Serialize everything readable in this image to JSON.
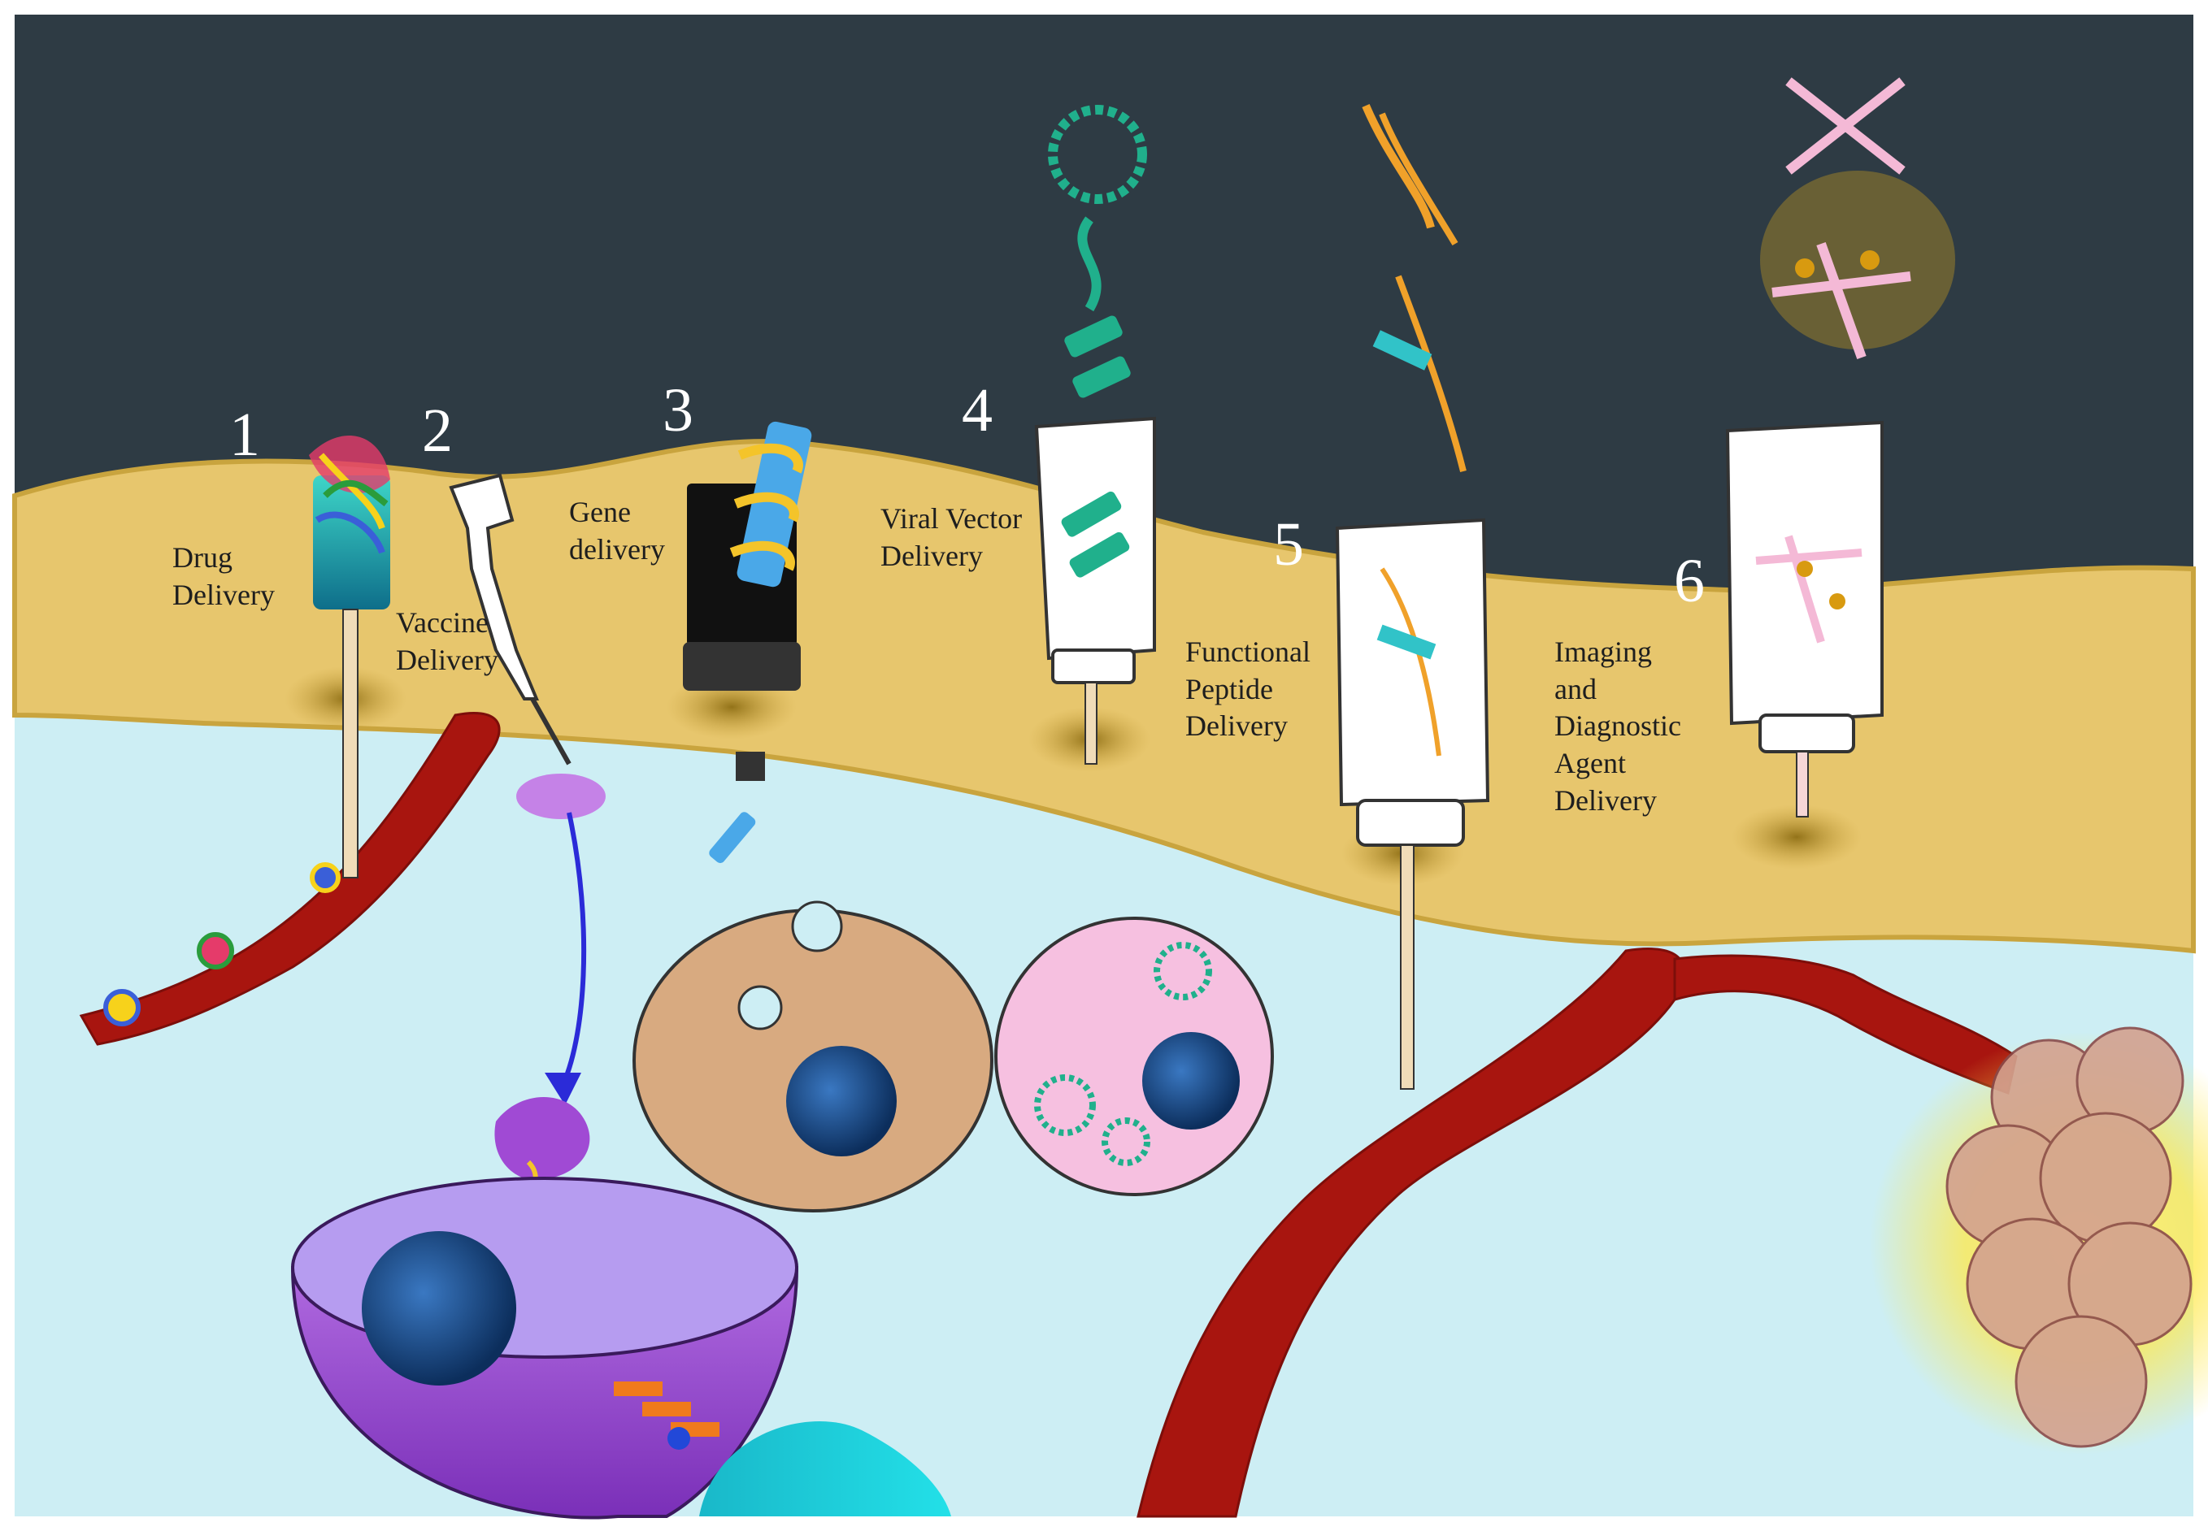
{
  "colors": {
    "background_dark": "#2e3b44",
    "skin": "#e7c66d",
    "tissue": "#cdeef4",
    "vessel": "#a8150f",
    "nucleus": "#1f4f8a",
    "viral_vector": "#20b08c",
    "peptide": "#f0a12a",
    "imaging_agent": "#f4b9d6",
    "tumor_glow": "#ffe84a"
  },
  "steps": [
    {
      "number": "1",
      "label": "Drug\nDelivery"
    },
    {
      "number": "2",
      "label": "Vaccine\nDelivery"
    },
    {
      "number": "3",
      "label": "Gene\ndelivery"
    },
    {
      "number": "4",
      "label": "Viral Vector\nDelivery"
    },
    {
      "number": "5",
      "label": "Functional\nPeptide\nDelivery"
    },
    {
      "number": "6",
      "label": "Imaging\nand\nDiagnostic\nAgent\nDelivery"
    }
  ],
  "icons": [
    "drug-patch-icon",
    "vaccine-microneedle-icon",
    "gene-patch-icon",
    "viral-vector-patch-icon",
    "peptide-patch-icon",
    "imaging-patch-icon"
  ]
}
